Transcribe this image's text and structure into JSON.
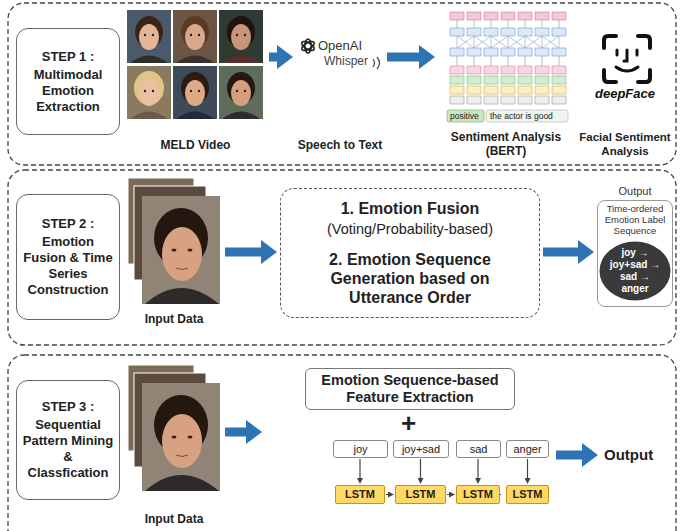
{
  "diagram": {
    "nodes": [
      {
        "text": [
          "STEP 1 :",
          "Multimodal Emotion Extraction"
        ]
      },
      {
        "text": [
          "MELD Video"
        ]
      },
      {
        "text": [
          "OpenAI",
          "Whisper",
          "Speech to Text"
        ]
      },
      {
        "text": [
          "Sentiment Analysis (BERT)"
        ]
      },
      {
        "text": [
          "deepFace",
          "Facial Sentiment Analysis"
        ]
      },
      {
        "text": [
          "STEP 2 :",
          "Emotion Fusion & Time Series Construction"
        ]
      },
      {
        "text": [
          "Input Data"
        ]
      },
      {
        "text": [
          "1. Emotion Fusion",
          "(Voting/Probability-based)",
          "2. Emotion Sequence Generation based on Utterance Order"
        ]
      },
      {
        "text": [
          "Output",
          "Time-ordered Emotion Label Sequence"
        ]
      },
      {
        "text": [
          "joy → joy+sad → sad → anger"
        ],
        "in": 8
      },
      {
        "text": [
          "STEP 3 :",
          "Sequential Pattern Mining & Classfication"
        ]
      },
      {
        "text": [
          "Input Data"
        ]
      },
      {
        "text": [
          "Emotion Sequence-based Feature Extraction"
        ]
      },
      {
        "text": [
          "joy"
        ]
      },
      {
        "text": [
          "joy+sad"
        ]
      },
      {
        "text": [
          "sad"
        ]
      },
      {
        "text": [
          "anger"
        ]
      },
      {
        "text": [
          "LSTM"
        ]
      },
      {
        "text": [
          "LSTM"
        ]
      },
      {
        "text": [
          "LSTM"
        ]
      },
      {
        "text": [
          "LSTM"
        ]
      }
    ],
    "edges": [
      {
        "from": 1,
        "to": 2,
        "arrow": "to"
      },
      {
        "from": 2,
        "to": 3,
        "arrow": "to"
      },
      {
        "from": 6,
        "to": 7,
        "arrow": "to"
      },
      {
        "from": 7,
        "to": 8,
        "arrow": "to"
      },
      {
        "from": 13,
        "to": 17,
        "arrow": "to"
      },
      {
        "from": 14,
        "to": 18,
        "arrow": "to"
      },
      {
        "from": 15,
        "to": 19,
        "arrow": "to"
      },
      {
        "from": 16,
        "to": 20,
        "arrow": "to"
      },
      {
        "from": 17,
        "to": 18,
        "arrow": "to"
      },
      {
        "from": 18,
        "to": 19,
        "arrow": "to"
      },
      {
        "from": 19,
        "to": 20,
        "arrow": "to"
      }
    ],
    "labels": [
      "positive",
      "the actor is good",
      "+",
      "Output"
    ]
  }
}
